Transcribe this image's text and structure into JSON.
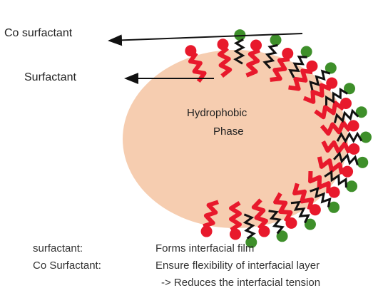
{
  "labels": {
    "cosurfactant": "Co surfactant",
    "surfactant": "Surfactant",
    "phase_line1": "Hydrophobic",
    "phase_line2": "Phase"
  },
  "legend": [
    {
      "term": "surfactant:",
      "description": "Forms interfacial film"
    },
    {
      "term": "Co Surfactant:",
      "description": "Ensure flexibility of interfacial layer"
    }
  ],
  "legend_note": "-> Reduces the interfacial tension",
  "colors": {
    "phase_fill": "#f6cdb0",
    "surfactant": "#e8192c",
    "cosurfactant": "#3e8f2a",
    "tail": "#111111",
    "arrow": "#111111"
  }
}
